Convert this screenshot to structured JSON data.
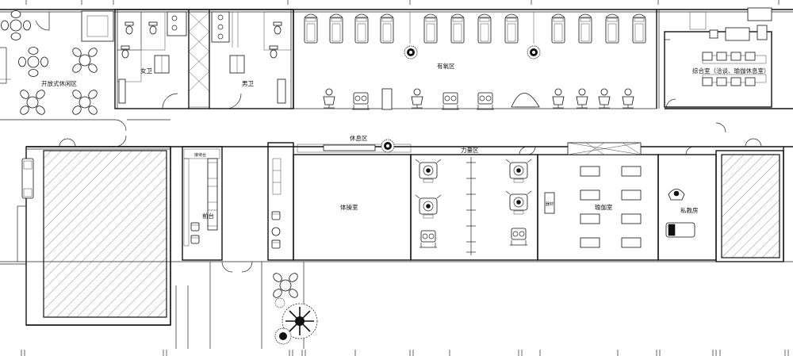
{
  "floor_plan": {
    "rooms": {
      "open_rest_area": "开放式休闲区",
      "womens_restroom": "女卫",
      "mens_restroom": "男卫",
      "cardio_area": "有氧区",
      "multipurpose_room": "综合室（洽谈、瑜伽休息室）",
      "rest_area": "休息区",
      "strength_area": "力量区",
      "gymnastics_room": "体操室",
      "yoga_room": "瑜伽室",
      "private_coaching": "私教房",
      "front_desk": "前台",
      "reception": "接待台",
      "storage": "器材"
    },
    "legend_colors": {
      "line": "#111111",
      "background": "#ffffff"
    }
  }
}
